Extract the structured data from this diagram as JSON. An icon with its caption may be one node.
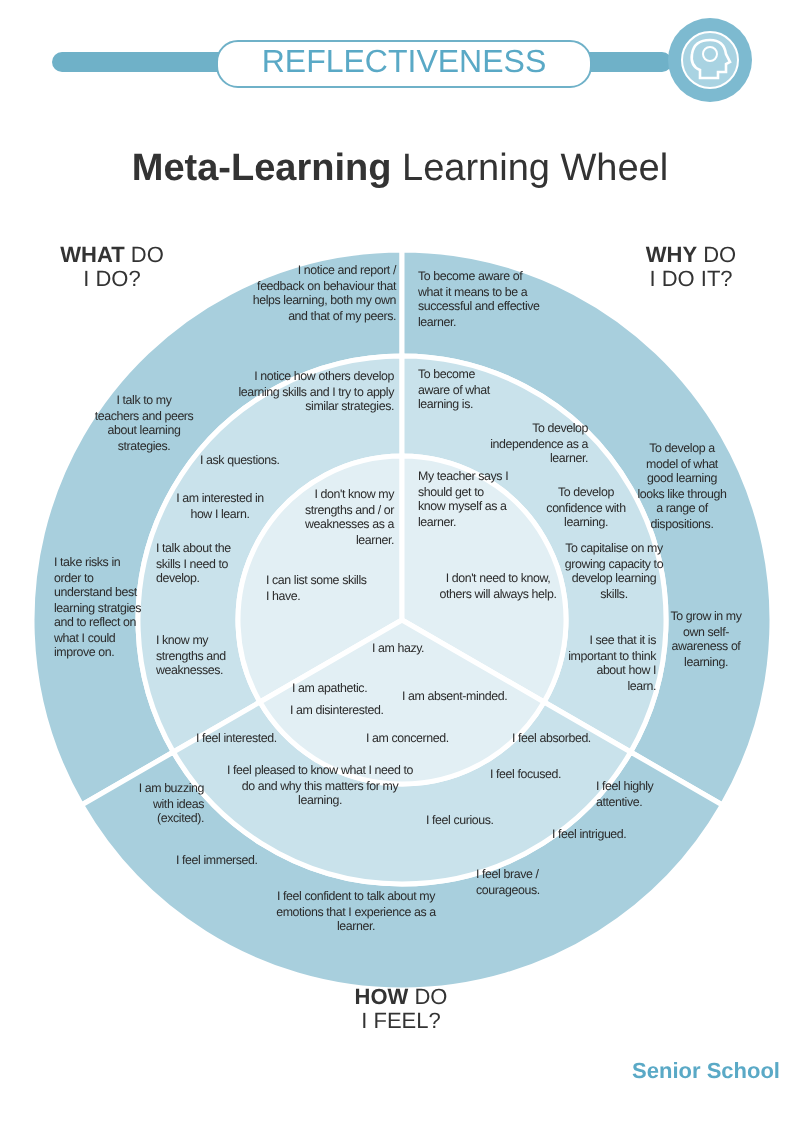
{
  "diagram": {
    "title": "**Meta-Learning** Learning Wheel",
    "nodes": [
      {
        "text": [
          "I notice and report / feedback on behaviour that helps learning, both my own and that of my peers.",
          "I talk to my teachers and peers about learning strategies.",
          "I take risks in order to understand best learning stratgies and to reflect on what I could improve on."
        ]
      },
      {
        "text": [
          "I notice how others develop learning skills and I try to apply similar strategies.",
          "I ask questions.",
          "I am interested in how I learn.",
          "I talk about the skills I need to develop.",
          "I know my strengths and weaknesses."
        ]
      },
      {
        "text": [
          "I don't know my strengths and / or weaknesses as a learner.",
          "I can list some skills I have."
        ]
      },
      {
        "text": [
          "To become aware of what it means to be a successful and effective learner.",
          "To develop a model of what good learning looks like through a range of dispositions.",
          "To grow in my own self-awareness of learning."
        ]
      },
      {
        "text": [
          "To become aware of what learning is.",
          "To develop independence as a learner.",
          "To develop confidence with learning.",
          "To capitalise on my growing capacity to develop learning skills.",
          "I see that it is important to think about how I learn."
        ]
      },
      {
        "text": [
          "My teacher says I should get to know myself as a learner.",
          "I don't need to know, others will always help."
        ]
      },
      {
        "text": [
          "I am hazy.",
          "I am apathetic.",
          "I am disinterested.",
          "I am absent-minded.",
          "I am concerned."
        ]
      },
      {
        "text": [
          "I feel interested.",
          "I feel absorbed.",
          "I feel pleased to know what I need to do and why this matters for my learning.",
          "I feel focused.",
          "I feel curious."
        ]
      },
      {
        "text": [
          "I am buzzing with ideas (excited).",
          "I feel highly attentive.",
          "I feel intrigued.",
          "I feel immersed.",
          "I feel brave / courageous.",
          "I feel confident to talk about my emotions that I experience as a learner."
        ]
      }
    ],
    "labels": [
      "REFLECTIVENESS",
      "**WHAT** DO I DO?",
      "**WHY** DO I DO IT?",
      "**HOW** DO I FEEL?",
      "Senior School"
    ]
  }
}
